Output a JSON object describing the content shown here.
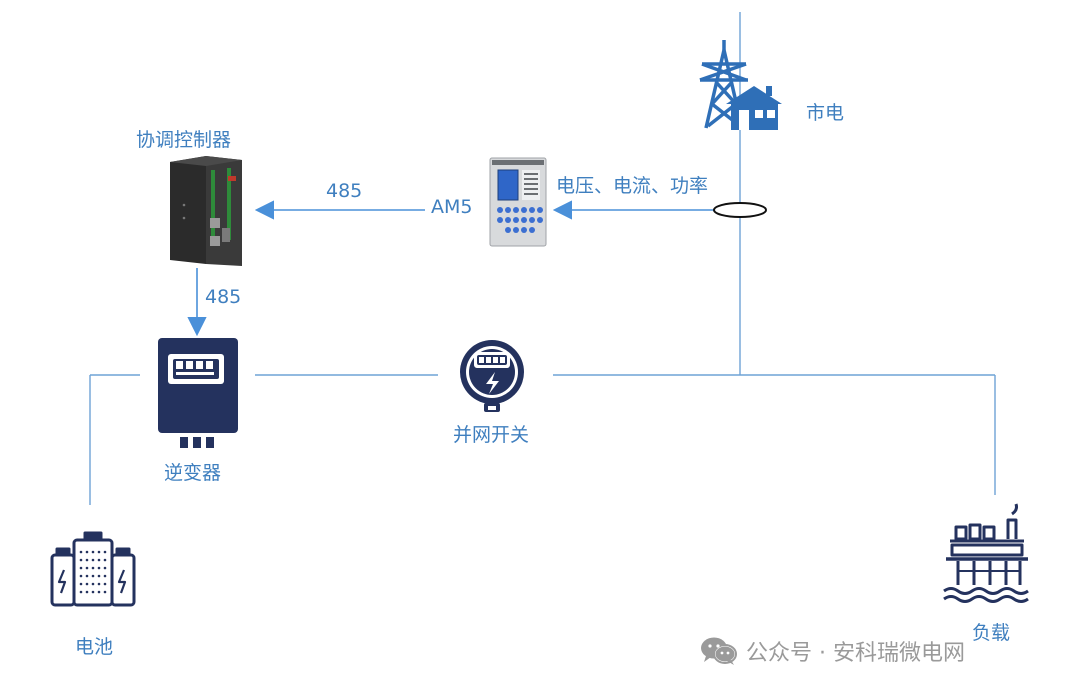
{
  "labels": {
    "grid": "市电",
    "controller": "协调控制器",
    "measurement": "电压、电流、功率",
    "link_controller": "485",
    "link_meter": "AM5",
    "link_vertical": "485",
    "inverter": "逆变器",
    "switch": "并网开关",
    "battery": "电池",
    "load": "负载"
  },
  "watermark": {
    "text": "公众号 · 安科瑞微电网",
    "icon": "wechat-icon"
  },
  "colors": {
    "line": "#6fa3d6",
    "arrow": "#4a90d9",
    "device_navy": "#24325e",
    "icon_blue": "#2f6fb7",
    "text_blue": "#3f7fbf"
  }
}
